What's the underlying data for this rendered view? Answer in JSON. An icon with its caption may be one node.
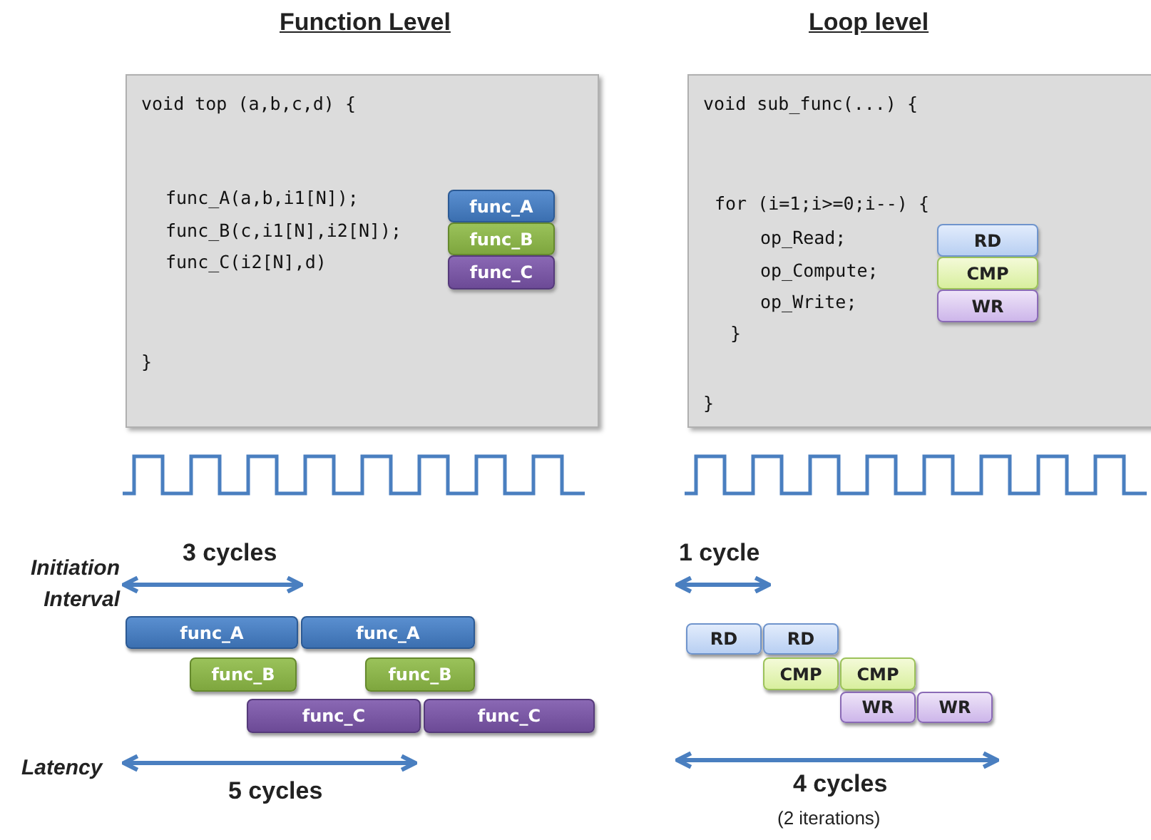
{
  "diagram": {
    "nodes": [
      {
        "text": [
          "void top (a,b,c,d) {",
          "func_A(a,b,i1[N]);",
          "func_B(c,i1[N],i2[N]);",
          "func_C(i2[N],d)",
          "}"
        ]
      },
      {
        "text": [
          "func_A"
        ],
        "in": 0
      },
      {
        "text": [
          "func_B"
        ],
        "in": 0
      },
      {
        "text": [
          "func_C"
        ],
        "in": 0
      },
      {
        "text": [
          "void sub_func(...) {",
          "for (i=1;i>=0;i--) {",
          "op_Read;",
          "op_Compute;",
          "op_Write;",
          "}",
          "}"
        ]
      },
      {
        "text": [
          "RD"
        ],
        "in": 4
      },
      {
        "text": [
          "CMP"
        ],
        "in": 4
      },
      {
        "text": [
          "WR"
        ],
        "in": 4
      },
      {
        "text": [
          "func_A"
        ]
      },
      {
        "text": [
          "func_A"
        ]
      },
      {
        "text": [
          "func_B"
        ]
      },
      {
        "text": [
          "func_B"
        ]
      },
      {
        "text": [
          "func_C"
        ]
      },
      {
        "text": [
          "func_C"
        ]
      },
      {
        "text": [
          "RD"
        ]
      },
      {
        "text": [
          "RD"
        ]
      },
      {
        "text": [
          "CMP"
        ]
      },
      {
        "text": [
          "CMP"
        ]
      },
      {
        "text": [
          "WR"
        ]
      },
      {
        "text": [
          "WR"
        ]
      }
    ],
    "edges": [],
    "labels": [
      "Function Level",
      "Loop level",
      "Initiation Interval",
      "3 cycles",
      "1 cycle",
      "Latency",
      "5 cycles",
      "4 cycles",
      "(2 iterations)"
    ]
  }
}
